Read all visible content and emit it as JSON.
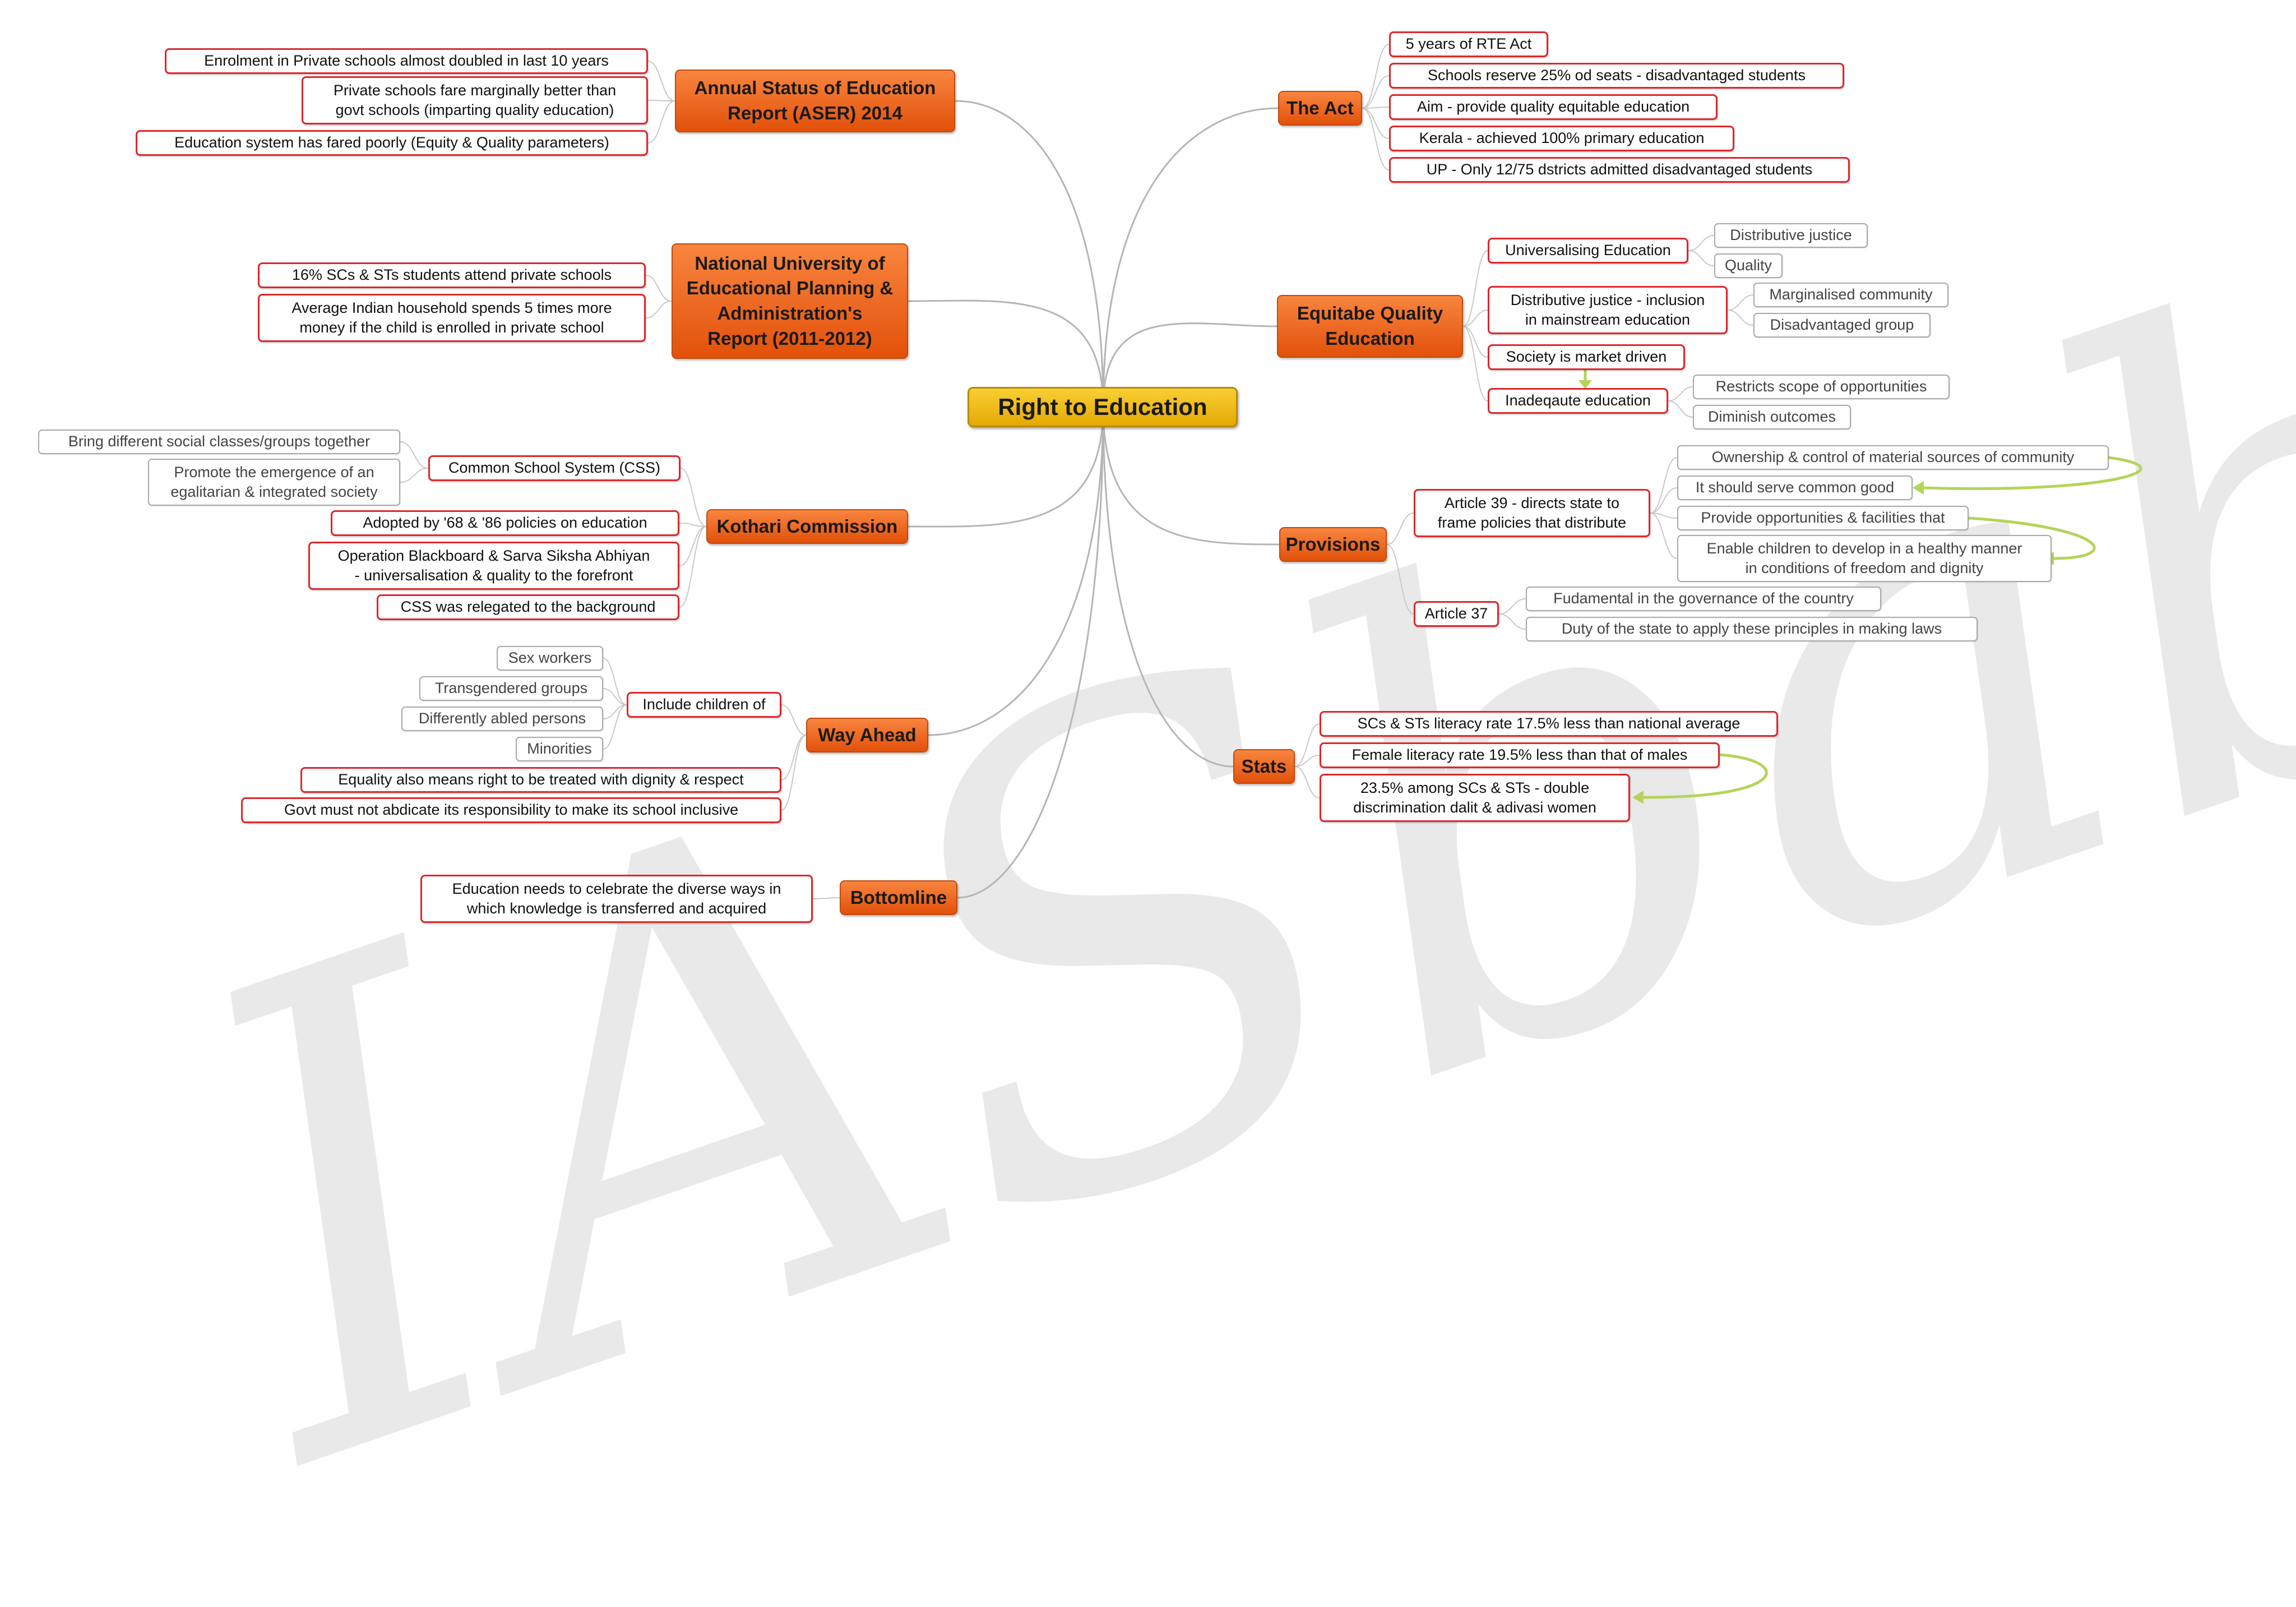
{
  "watermark": "IASbaba",
  "central_topic": "Right to Education",
  "left": {
    "aser": {
      "title": "Annual Status of Education\nReport (ASER) 2014",
      "items": [
        "Enrolment in Private schools almost doubled in last 10 years",
        "Private schools fare marginally better than\ngovt schools (imparting quality education)",
        "Education system has fared poorly (Equity & Quality parameters)"
      ]
    },
    "nuepa": {
      "title": "National University of\nEducational Planning &\nAdministration's\nReport (2011-2012)",
      "items": [
        "16% SCs & STs students attend private schools",
        "Average Indian household spends 5 times more\nmoney if the child is enrolled in private school"
      ]
    },
    "kothari": {
      "title": "Kothari Commission",
      "css": {
        "label": "Common School System (CSS)",
        "items": [
          "Bring different social classes/groups together",
          "Promote the emergence of an\negalitarian & integrated society"
        ]
      },
      "items": [
        "Adopted by '68 & '86 policies on education",
        "Operation Blackboard & Sarva Siksha Abhiyan\n- universalisation & quality to the forefront",
        "CSS was relegated to the background"
      ]
    },
    "way_ahead": {
      "title": "Way Ahead",
      "include": {
        "label": "Include children of",
        "items": [
          "Sex workers",
          "Transgendered groups",
          "Differently abled persons",
          "Minorities"
        ]
      },
      "items": [
        "Equality also means right to be treated with dignity & respect",
        "Govt must not abdicate its responsibility to make its school inclusive"
      ]
    },
    "bottomline": {
      "title": "Bottomline",
      "items": [
        "Education needs to celebrate the diverse ways in\nwhich knowledge is transferred and acquired"
      ]
    }
  },
  "right": {
    "the_act": {
      "title": "The Act",
      "items": [
        "5 years of RTE Act",
        "Schools reserve 25% od seats - disadvantaged students",
        "Aim - provide quality equitable education",
        "Kerala - achieved 100% primary education",
        "UP - Only 12/75 dstricts admitted disadvantaged students"
      ]
    },
    "equitable": {
      "title": "Equitabe Quality\nEducation",
      "universalising": {
        "label": "Universalising Education",
        "items": [
          "Distributive justice",
          "Quality"
        ]
      },
      "distributive": {
        "label": "Distributive justice - inclusion\nin mainstream education",
        "items": [
          "Marginalised community",
          "Disadvantaged group"
        ]
      },
      "market": "Society is market driven",
      "inadequate": {
        "label": "Inadeqaute education",
        "items": [
          "Restricts scope of opportunities",
          "Diminish outcomes"
        ]
      }
    },
    "provisions": {
      "title": "Provisions",
      "article39": {
        "label": "Article 39 - directs state to\nframe policies that distribute",
        "items": [
          "Ownership & control of material sources of community",
          "It should serve common good",
          "Provide opportunities & facilities that",
          "Enable children to develop in a healthy manner\nin conditions of freedom and dignity"
        ]
      },
      "article37": {
        "label": "Article 37",
        "items": [
          "Fudamental in the governance of the country",
          "Duty of the state to apply these principles in making laws"
        ]
      }
    },
    "stats": {
      "title": "Stats",
      "items": [
        "SCs & STs literacy rate 17.5% less than national average",
        "Female literacy rate 19.5% less than that of males",
        "23.5% among SCs & STs - double\ndiscrimination dalit & adivasi women"
      ]
    }
  },
  "colors": {
    "root": "#f2b816",
    "main_topic": "#f0661e",
    "subtopic_border": "#e0262a",
    "leaf_border": "#a9a9a9",
    "connector": "#b5b5b5",
    "relationship_arrow": "#b4d45a",
    "watermark": "#e9e9e9"
  }
}
